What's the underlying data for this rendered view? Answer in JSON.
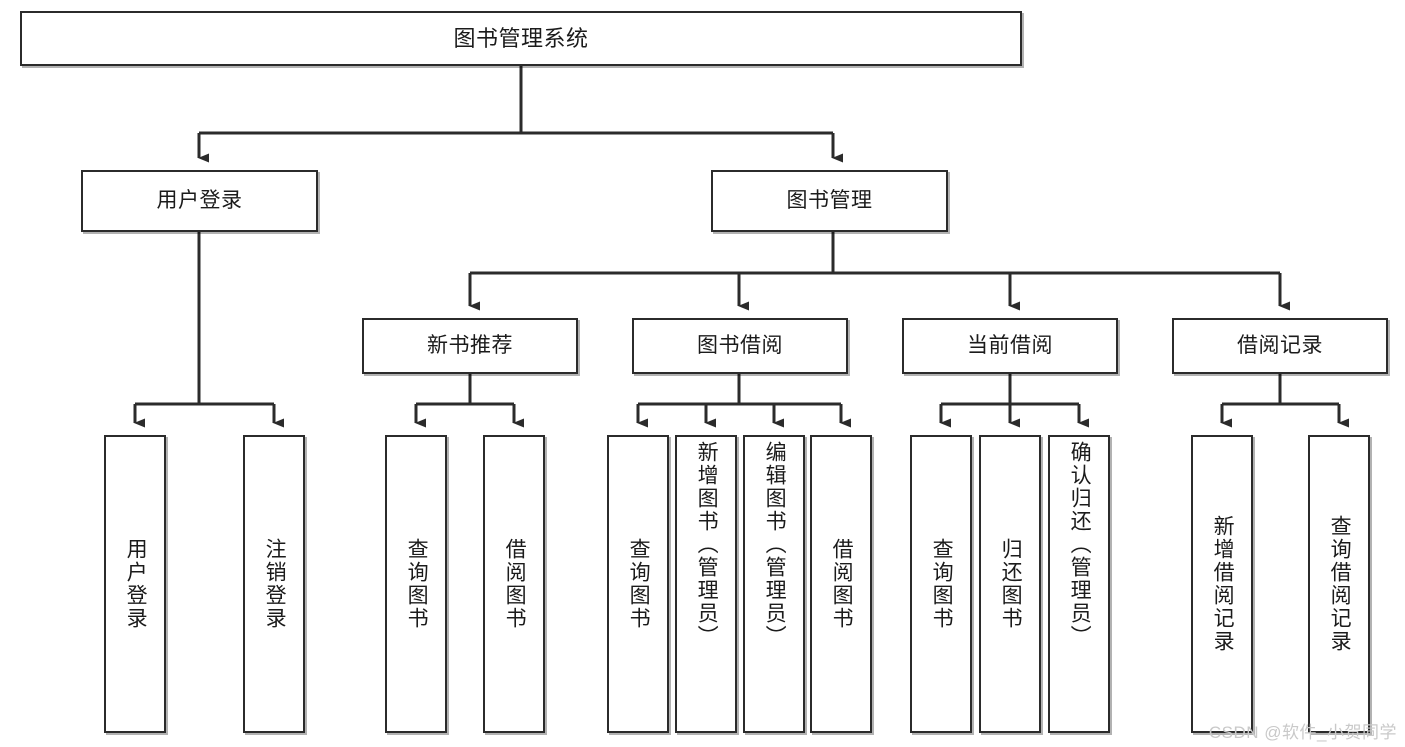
{
  "diagram": {
    "title": "图书管理系统",
    "type": "tree",
    "orientation": "top-down",
    "root": {
      "id": "root",
      "label": "图书管理系统"
    },
    "level2": [
      {
        "id": "user-login",
        "label": "用户登录"
      },
      {
        "id": "book-manage",
        "label": "图书管理"
      }
    ],
    "level3": [
      {
        "id": "new-book-recommend",
        "label": "新书推荐",
        "parent": "book-manage"
      },
      {
        "id": "book-borrow",
        "label": "图书借阅",
        "parent": "book-manage"
      },
      {
        "id": "current-borrow",
        "label": "当前借阅",
        "parent": "book-manage"
      },
      {
        "id": "borrow-record",
        "label": "借阅记录",
        "parent": "book-manage"
      }
    ],
    "leaves": {
      "user_login": [
        {
          "id": "leaf-user-login",
          "label": "用户登录"
        },
        {
          "id": "leaf-user-logout",
          "label": "注销登录"
        }
      ],
      "new_book_recommend": [
        {
          "id": "leaf-query-book-1",
          "label": "查询图书"
        },
        {
          "id": "leaf-borrow-book-1",
          "label": "借阅图书"
        }
      ],
      "book_borrow": [
        {
          "id": "leaf-query-book-2",
          "label": "查询图书"
        },
        {
          "id": "leaf-add-book",
          "label": "新增图书（管理员）"
        },
        {
          "id": "leaf-edit-book",
          "label": "编辑图书（管理员）"
        },
        {
          "id": "leaf-borrow-book-2",
          "label": "借阅图书"
        }
      ],
      "current_borrow": [
        {
          "id": "leaf-query-book-3",
          "label": "查询图书"
        },
        {
          "id": "leaf-return-book",
          "label": "归还图书"
        },
        {
          "id": "leaf-confirm-return",
          "label": "确认归还（管理员）"
        }
      ],
      "borrow_record": [
        {
          "id": "leaf-add-record",
          "label": "新增借阅记录"
        },
        {
          "id": "leaf-query-record",
          "label": "查询借阅记录"
        }
      ]
    },
    "colors": {
      "box_border": "#2b2b2b",
      "box_fill": "#ffffff",
      "connector": "#2b2b2b",
      "text": "#1b1b1b",
      "watermark": "#c9c9c9",
      "background": "#ffffff"
    }
  },
  "watermark": {
    "text": "CSDN @软件_小贺同学"
  }
}
